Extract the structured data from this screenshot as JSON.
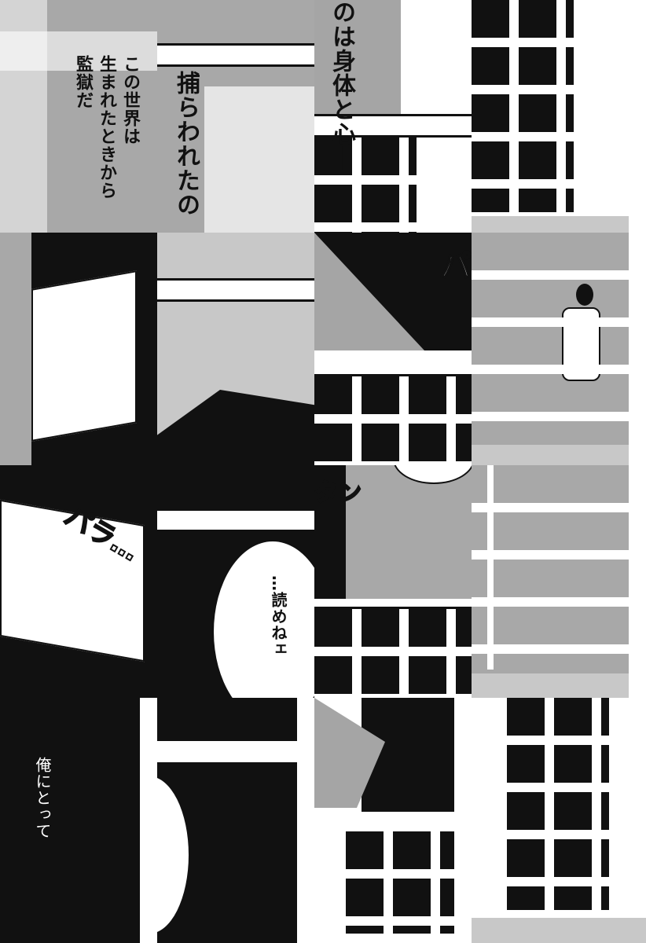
{
  "panels": {
    "caption_1": [
      "この世界は",
      "生まれたときから",
      "監獄だ"
    ],
    "caption_2": "捕らわれたの",
    "caption_3": "のは身体と心―",
    "sfx_1": "パ",
    "sfx_2": "パラ…",
    "sfx_3": "タン",
    "speech_1": "…読めねェ",
    "caption_4": "俺にとって"
  }
}
